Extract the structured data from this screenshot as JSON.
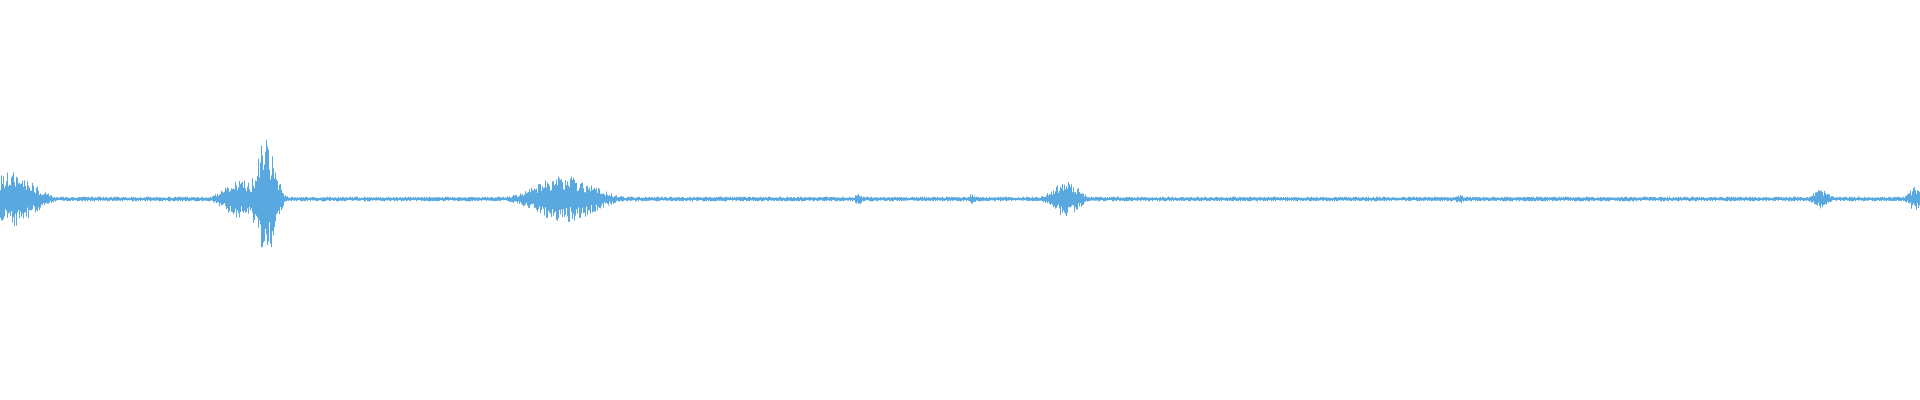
{
  "waveform": {
    "color": "#5aa8e0",
    "background": "#ffffff",
    "baseline_amplitude": 0.012,
    "bursts": [
      {
        "center": 0.006,
        "width": 0.022,
        "amplitude": 0.14
      },
      {
        "center": 0.126,
        "width": 0.018,
        "amplitude": 0.1
      },
      {
        "center": 0.138,
        "width": 0.01,
        "amplitude": 0.3
      },
      {
        "center": 0.294,
        "width": 0.03,
        "amplitude": 0.12
      },
      {
        "center": 0.447,
        "width": 0.004,
        "amplitude": 0.03
      },
      {
        "center": 0.506,
        "width": 0.004,
        "amplitude": 0.03
      },
      {
        "center": 0.555,
        "width": 0.014,
        "amplitude": 0.09
      },
      {
        "center": 0.76,
        "width": 0.004,
        "amplitude": 0.025
      },
      {
        "center": 0.948,
        "width": 0.008,
        "amplitude": 0.05
      },
      {
        "center": 0.997,
        "width": 0.006,
        "amplitude": 0.06
      }
    ]
  }
}
